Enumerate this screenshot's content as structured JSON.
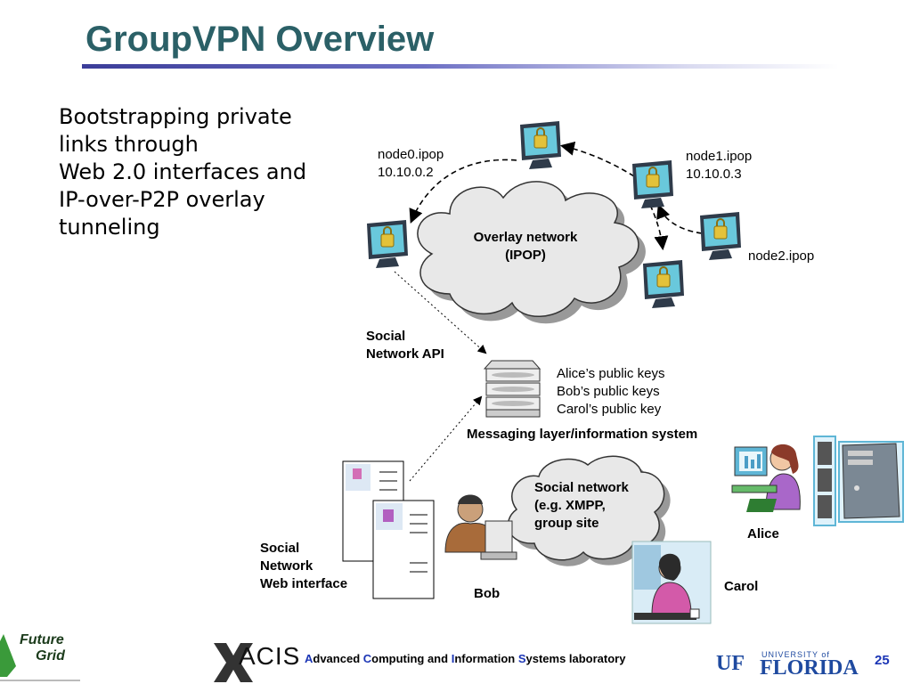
{
  "title": "GroupVPN Overview",
  "bullet_lines": [
    "Bootstrapping private",
    "links through",
    "Web 2.0 interfaces and",
    "IP-over-P2P overlay",
    "tunneling"
  ],
  "overlay": {
    "cloud_label": [
      "Overlay network",
      "(IPOP)"
    ],
    "node0": [
      "node0.ipop",
      "10.10.0.2"
    ],
    "node1": [
      "node1.ipop",
      "10.10.0.3"
    ],
    "node2": "node2.ipop"
  },
  "social_api_label": [
    "Social",
    "Network API"
  ],
  "keys": [
    "Alice’s public keys",
    "Bob’s public keys",
    "Carol’s public key"
  ],
  "messaging_label": "Messaging layer/information system",
  "social_cloud_label": [
    "Social network",
    "(e.g. XMPP,",
    "group site"
  ],
  "web_interface_label": [
    "Social",
    "Network",
    "Web interface"
  ],
  "people": {
    "alice": "Alice",
    "bob": "Bob",
    "carol": "Carol"
  },
  "footer": {
    "acis": "ACIS",
    "lab_parts": [
      {
        "cap": "A",
        "rest": "dvanced "
      },
      {
        "cap": "C",
        "rest": "omputing and "
      },
      {
        "cap": "I",
        "rest": "nformation "
      },
      {
        "cap": "S",
        "rest": "ystems laboratory"
      }
    ],
    "page": "25",
    "uf_mark": "UF",
    "uf_university": "UNIVERSITY of",
    "uf_florida": "FLORIDA",
    "futuregrid": [
      "Future",
      "Grid"
    ]
  },
  "colors": {
    "title": "#2b6067",
    "accent_blue": "#1b35b5",
    "monitor_frame": "#2f3b4a",
    "lock": "#e3c23a"
  }
}
